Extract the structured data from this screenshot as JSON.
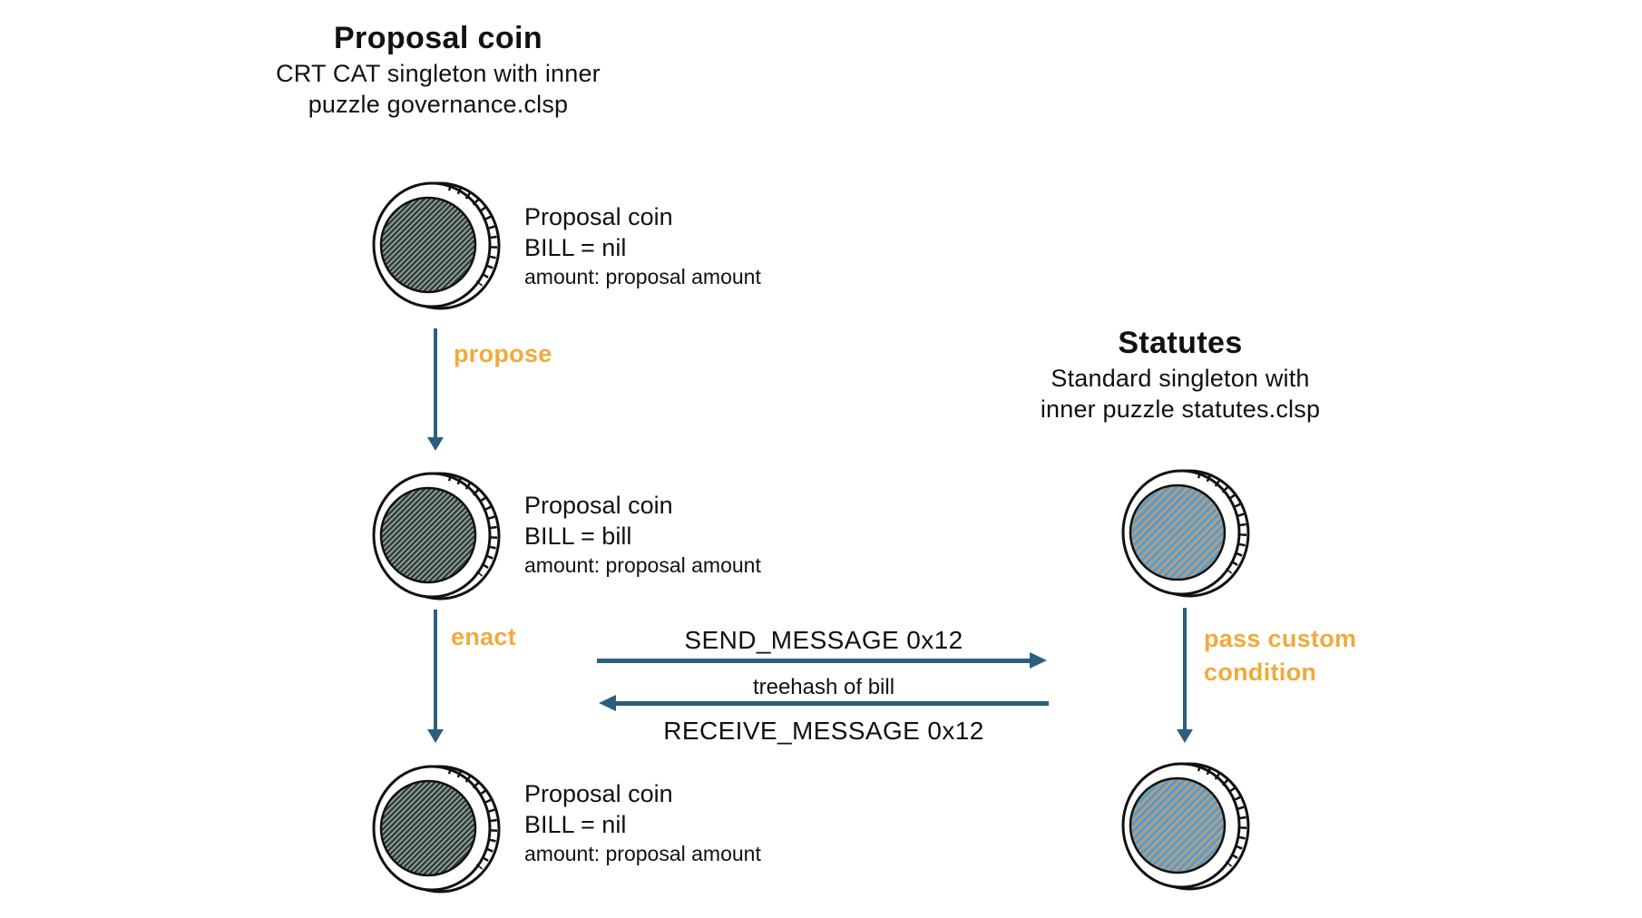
{
  "left_header": {
    "title": "Proposal coin",
    "subtitle1": "CRT CAT singleton with inner",
    "subtitle2": "puzzle governance.clsp"
  },
  "right_header": {
    "title": "Statutes",
    "subtitle1": "Standard singleton with",
    "subtitle2": "inner puzzle statutes.clsp"
  },
  "proposal_coins": [
    {
      "name": "Proposal coin",
      "bill": "BILL = nil",
      "amount": "amount: proposal amount"
    },
    {
      "name": "Proposal coin",
      "bill": "BILL = bill",
      "amount": "amount: proposal amount"
    },
    {
      "name": "Proposal coin",
      "bill": "BILL = nil",
      "amount": "amount: proposal amount"
    }
  ],
  "edge_labels": {
    "propose": "propose",
    "enact": "enact",
    "pass_custom_line1": "pass custom",
    "pass_custom_line2": "condition"
  },
  "messages": {
    "send": "SEND_MESSAGE 0x12",
    "treehash": "treehash of bill",
    "receive": "RECEIVE_MESSAGE 0x12"
  },
  "icons": {
    "proposal_coin": "coin-icon-green-hatched",
    "statutes_coin": "coin-icon-blue-hatched"
  },
  "colors": {
    "accent_orange": "#F2A93C",
    "arrow_blue": "#2C5F7E",
    "coin_green_fill": "#333F39",
    "coin_green_hatch": "#9FB3A9",
    "coin_blue_fill": "#4F9ED9",
    "coin_blue_hatch": "#C39B6F",
    "outline": "#111111"
  }
}
